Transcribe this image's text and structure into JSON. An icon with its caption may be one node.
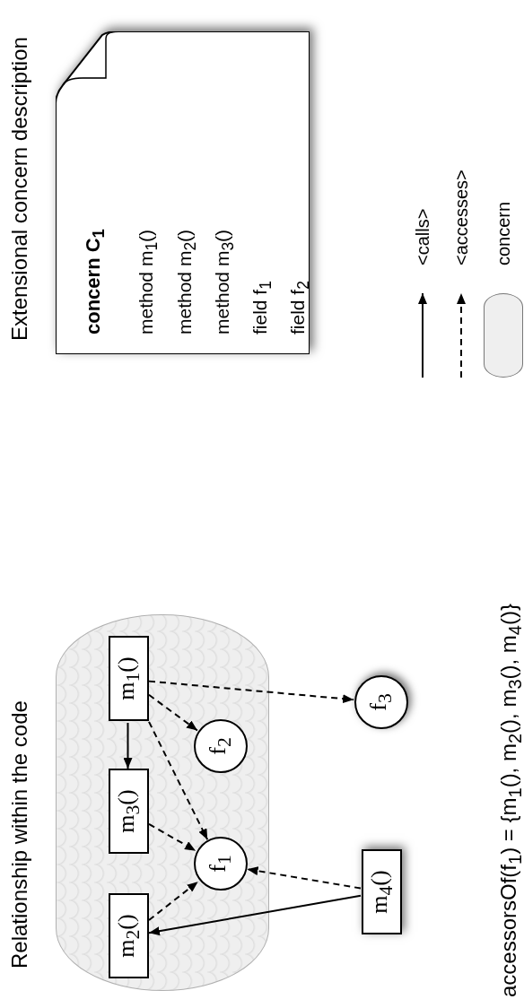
{
  "diagram": {
    "nodes": [
      {
        "text": [],
        "shape": "cylinder"
      },
      {
        "text": [
          "m$_{1}$()"
        ],
        "in": 0
      },
      {
        "text": [
          "m$_{3}$()"
        ],
        "in": 0
      },
      {
        "text": [
          "m$_{2}$()"
        ],
        "in": 0
      },
      {
        "text": [
          "f$_{2}$"
        ],
        "in": 0
      },
      {
        "text": [
          "f$_{1}$"
        ],
        "in": 0
      },
      {
        "text": [
          "f$_{3}$"
        ]
      },
      {
        "text": [
          "m$_{4}$()"
        ]
      },
      {
        "text": [
          "concern C$_{1}$",
          "method m$_{1}$()",
          "method m$_{2}$()",
          "method m$_{3}$()",
          "field f$_{1}$",
          "field f$_{2}$"
        ]
      }
    ],
    "edges": [
      {
        "from": 1,
        "to": 2,
        "arrow": "to"
      },
      {
        "from": 1,
        "to": 4,
        "arrow": "to",
        "style": "dashed"
      },
      {
        "from": 1,
        "to": 5,
        "arrow": "to",
        "style": "dashed"
      },
      {
        "from": 1,
        "to": 6,
        "arrow": "to",
        "style": "dashed"
      },
      {
        "from": 2,
        "to": 5,
        "arrow": "to",
        "style": "dashed"
      },
      {
        "from": 3,
        "to": 5,
        "arrow": "to",
        "style": "dashed"
      },
      {
        "from": 7,
        "to": 5,
        "arrow": "to",
        "style": "dashed"
      },
      {
        "from": 7,
        "to": 3,
        "arrow": "to"
      }
    ],
    "labels": [
      "Relationship within the code",
      "Extensional concern description",
      "accessorsOf(f$_{1}$) = {m$_{1}$(), m$_{2}$(), m$_{3}$(), m$_{4}$()}"
    ],
    "legend": [
      {
        "text": "<calls>"
      },
      {
        "text": "<accesses>"
      },
      {
        "text": "concern"
      }
    ]
  }
}
